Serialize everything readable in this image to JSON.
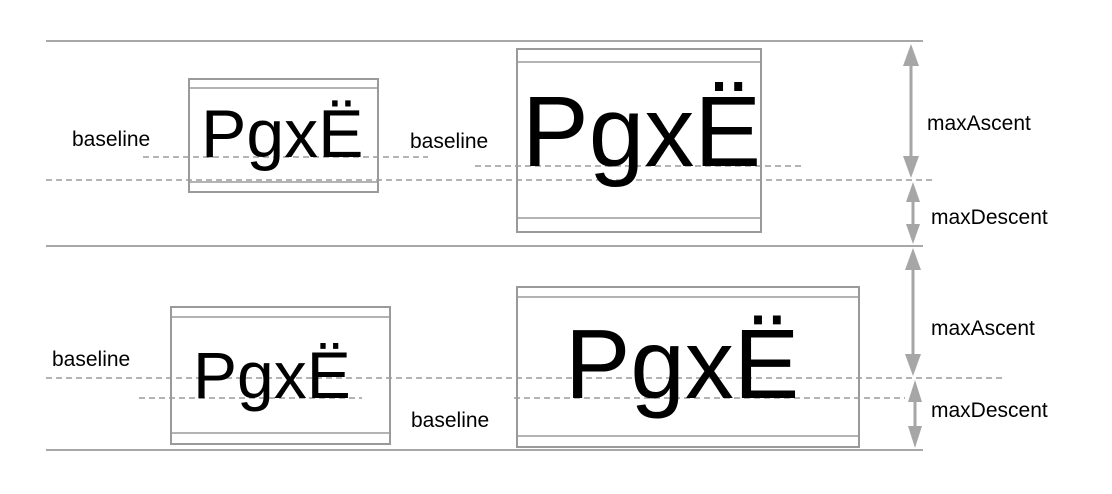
{
  "sample_text": "PgxË",
  "labels": {
    "baseline": "baseline",
    "max_ascent": "maxAscent",
    "max_descent": "maxDescent"
  },
  "colors": {
    "rule": "#9c9c9c",
    "box": "#9a9a9a",
    "arrow": "#a6a6a6",
    "text": "#000000"
  }
}
